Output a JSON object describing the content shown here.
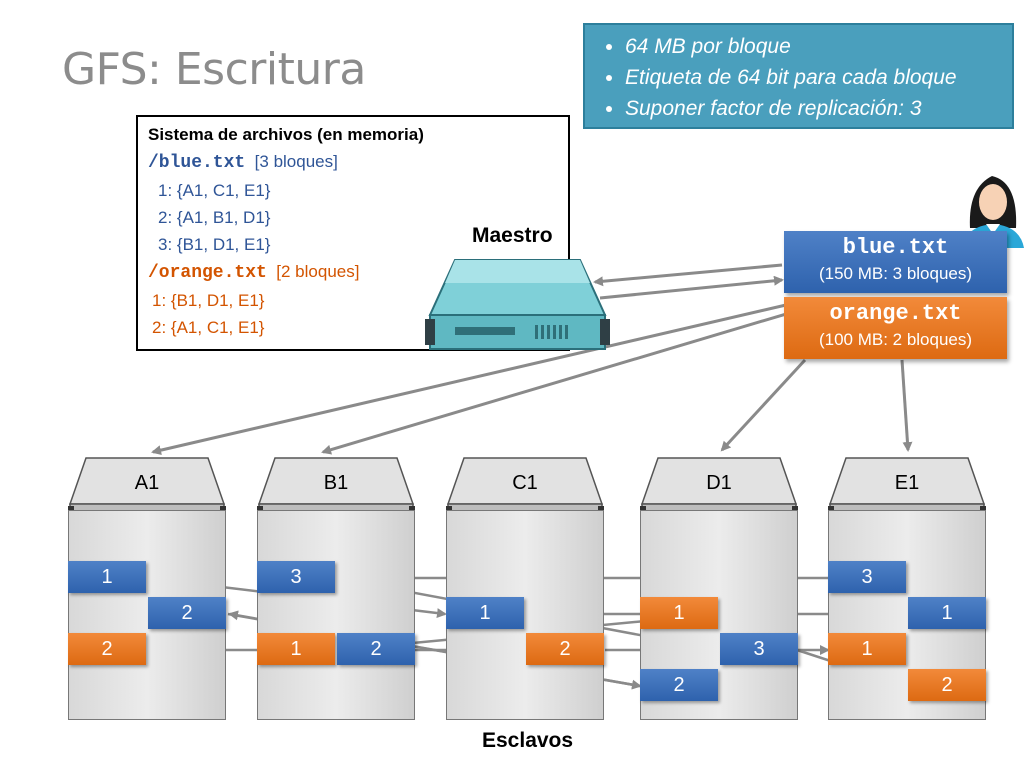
{
  "title": "GFS: Escritura",
  "info": {
    "items": [
      "64 MB por bloque",
      "Etiqueta de 64 bit para cada bloque",
      "Suponer factor de replicación: 3"
    ]
  },
  "filesystem": {
    "header": "Sistema de archivos (en memoria)",
    "blue_file": "/blue.txt",
    "blue_count": "[3 bloques]",
    "blue_chunks": [
      "1: {A1, C1, E1}",
      "2: {A1, B1, D1}",
      "3: {B1, D1, E1}"
    ],
    "orange_file": "/orange.txt",
    "orange_count": "[2 bloques]",
    "orange_chunks": [
      "1: {B1, D1, E1}",
      "2: {A1, C1, E1}"
    ]
  },
  "master_label": "Maestro",
  "slaves_label": "Esclavos",
  "client_files": {
    "blue": {
      "name": "blue.txt",
      "desc": "(150 MB: 3 bloques)"
    },
    "orange": {
      "name": "orange.txt",
      "desc": "(100 MB: 2 bloques)"
    }
  },
  "slaves": [
    {
      "name": "A1",
      "chunks": [
        {
          "label": "1",
          "color": "blue"
        },
        {
          "label": "2",
          "color": "blue"
        },
        {
          "label": "2",
          "color": "orange"
        }
      ]
    },
    {
      "name": "B1",
      "chunks": [
        {
          "label": "3",
          "color": "blue"
        },
        {
          "label": "1",
          "color": "orange"
        },
        {
          "label": "2",
          "color": "blue"
        }
      ]
    },
    {
      "name": "C1",
      "chunks": [
        {
          "label": "1",
          "color": "blue"
        },
        {
          "label": "2",
          "color": "orange"
        }
      ]
    },
    {
      "name": "D1",
      "chunks": [
        {
          "label": "1",
          "color": "orange"
        },
        {
          "label": "3",
          "color": "blue"
        },
        {
          "label": "2",
          "color": "blue"
        }
      ]
    },
    {
      "name": "E1",
      "chunks": [
        {
          "label": "3",
          "color": "blue"
        },
        {
          "label": "1",
          "color": "blue"
        },
        {
          "label": "1",
          "color": "orange"
        },
        {
          "label": "2",
          "color": "orange"
        }
      ]
    }
  ],
  "colors": {
    "blue": "#2e62ad",
    "orange": "#dd6a12",
    "info_bg": "#4a9fbd",
    "arrow": "#8a8a8a"
  },
  "icons": [
    "server-icon",
    "user-icon"
  ]
}
